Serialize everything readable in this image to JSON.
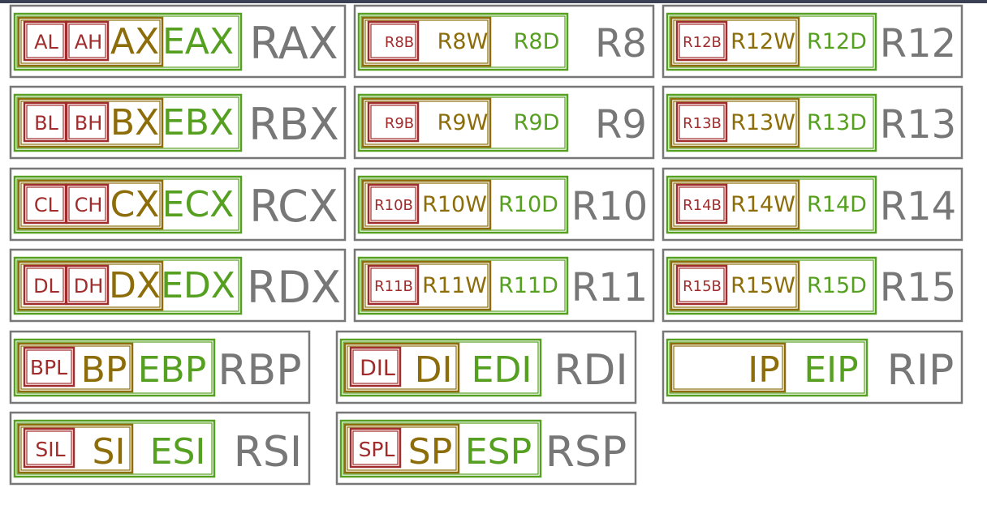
{
  "colors": {
    "topbar": "#3b4154",
    "r64": "#777777",
    "r32": "#56a021",
    "r16": "#8c6d0a",
    "r8": "#a02c2c"
  },
  "registers": [
    {
      "id": "rax",
      "r64": "RAX",
      "r32": "EAX",
      "r16": "AX",
      "lo": "AL",
      "hi": "AH"
    },
    {
      "id": "rbx",
      "r64": "RBX",
      "r32": "EBX",
      "r16": "BX",
      "lo": "BL",
      "hi": "BH"
    },
    {
      "id": "rcx",
      "r64": "RCX",
      "r32": "ECX",
      "r16": "CX",
      "lo": "CL",
      "hi": "CH"
    },
    {
      "id": "rdx",
      "r64": "RDX",
      "r32": "EDX",
      "r16": "DX",
      "lo": "DL",
      "hi": "DH"
    },
    {
      "id": "r8",
      "r64": "R8",
      "r32": "R8D",
      "r16": "R8W",
      "lo": "R8B"
    },
    {
      "id": "r9",
      "r64": "R9",
      "r32": "R9D",
      "r16": "R9W",
      "lo": "R9B"
    },
    {
      "id": "r10",
      "r64": "R10",
      "r32": "R10D",
      "r16": "R10W",
      "lo": "R10B"
    },
    {
      "id": "r11",
      "r64": "R11",
      "r32": "R11D",
      "r16": "R11W",
      "lo": "R11B"
    },
    {
      "id": "r12",
      "r64": "R12",
      "r32": "R12D",
      "r16": "R12W",
      "lo": "R12B"
    },
    {
      "id": "r13",
      "r64": "R13",
      "r32": "R13D",
      "r16": "R13W",
      "lo": "R13B"
    },
    {
      "id": "r14",
      "r64": "R14",
      "r32": "R14D",
      "r16": "R14W",
      "lo": "R14B"
    },
    {
      "id": "r15",
      "r64": "R15",
      "r32": "R15D",
      "r16": "R15W",
      "lo": "R15B"
    },
    {
      "id": "rbp",
      "r64": "RBP",
      "r32": "EBP",
      "r16": "BP",
      "lo": "BPL"
    },
    {
      "id": "rsi",
      "r64": "RSI",
      "r32": "ESI",
      "r16": "SI",
      "lo": "SIL"
    },
    {
      "id": "rdi",
      "r64": "RDI",
      "r32": "EDI",
      "r16": "DI",
      "lo": "DIL"
    },
    {
      "id": "rsp",
      "r64": "RSP",
      "r32": "ESP",
      "r16": "SP",
      "lo": "SPL"
    },
    {
      "id": "rip",
      "r64": "RIP",
      "r32": "EIP",
      "r16": "IP"
    }
  ]
}
